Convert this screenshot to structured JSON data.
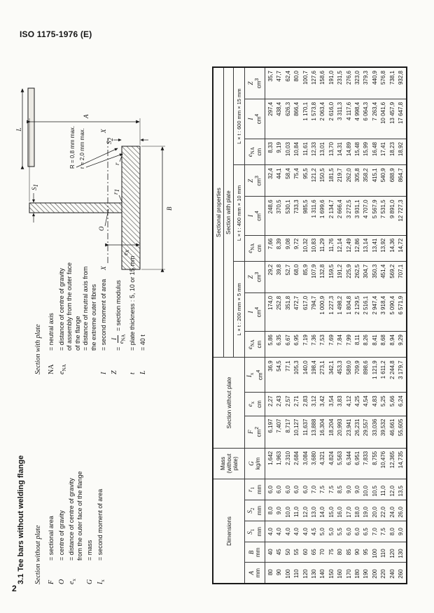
{
  "page": {
    "header": "ISO 1175-1976 (E)",
    "page_number": "2"
  },
  "section": {
    "heading": "3.1  Tee bars without welding flange",
    "without_plate": {
      "title": "Section without plate",
      "defs": [
        {
          "sym": "F",
          "sub": "",
          "lines": "= sectional area"
        },
        {
          "sym": "O",
          "sub": "",
          "lines": "= centre of gravity"
        },
        {
          "sym": "e",
          "sub": "x",
          "lines": "= distance of centre of gravity\nfrom the outer face of the flange"
        },
        {
          "sym": "G",
          "sub": "",
          "lines": "= mass"
        },
        {
          "sym": "I",
          "sub": "x",
          "lines": "= second moment of area"
        }
      ]
    },
    "with_plate": {
      "title": "Section with plate",
      "defs": [
        {
          "sym": "NA",
          "sub": "",
          "it": false,
          "lines": "= neutral axis"
        },
        {
          "sym": "e",
          "sub": "NA",
          "lines": "= distance of centre of gravity\nof assembly from the outer face\nof the flange\n= distance of neutral axis from\nthe extreme outer fibres"
        },
        {
          "sym": "I",
          "sub": "",
          "lines": "= second moment of area"
        },
        {
          "sym": "Z",
          "sub": "",
          "frac": {
            "num": "I",
            "den": "e",
            "densub": "NA"
          },
          "lines": "= section modulus"
        },
        {
          "sym": "t",
          "sub": "",
          "lines": "= plate thickness : 5, 10 or 15 mm"
        },
        {
          "sym": "L",
          "sub": "",
          "lines": "= 40 t"
        }
      ]
    }
  },
  "diagram": {
    "labels": {
      "L": "L",
      "note_R": "R = 0,8 mm max.",
      "note_r": "r = 2,0 mm max.",
      "X_left": "X",
      "X_right": "X",
      "O": "O",
      "A": "A",
      "B": "B",
      "S1": {
        "sym": "S",
        "sub": "1"
      },
      "S2": {
        "sym": "S",
        "sub": "2"
      },
      "ex": {
        "sym": "e",
        "sub": "x"
      },
      "r1": {
        "sym": "r",
        "sub": "1"
      },
      "r": "r",
      "R": "R"
    }
  },
  "table": {
    "groups": {
      "dimensions": "Dimensions",
      "mass": "Mass\n(without\nplate)",
      "section_without": "Section without plate",
      "sectional_properties": "Sectional properties",
      "section_with": "Section with plate",
      "lxt": [
        "L × t : 200 mm × 5 mm",
        "L × t : 400 mm × 10 mm",
        "L × t : 600 mm × 15 mm"
      ]
    },
    "columns": [
      {
        "sym": "A",
        "sub": "",
        "unit": "mm",
        "usup": ""
      },
      {
        "sym": "B",
        "sub": "",
        "unit": "mm",
        "usup": ""
      },
      {
        "sym": "S",
        "sub": "1",
        "unit": "mm",
        "usup": ""
      },
      {
        "sym": "S",
        "sub": "2",
        "unit": "mm",
        "usup": ""
      },
      {
        "sym": "r",
        "sub": "1",
        "unit": "mm",
        "usup": ""
      },
      {
        "sym": "G",
        "sub": "",
        "unit": "kg/m",
        "usup": ""
      },
      {
        "sym": "F",
        "sub": "",
        "unit": "cm",
        "usup": "2"
      },
      {
        "sym": "e",
        "sub": "x",
        "unit": "cm",
        "usup": ""
      },
      {
        "sym": "I",
        "sub": "x",
        "unit": "cm",
        "usup": "4"
      },
      {
        "sym": "e",
        "sub": "NA",
        "unit": "cm",
        "usup": ""
      },
      {
        "sym": "I",
        "sub": "",
        "unit": "cm",
        "usup": "4"
      },
      {
        "sym": "Z",
        "sub": "",
        "unit": "cm",
        "usup": "3"
      },
      {
        "sym": "e",
        "sub": "NA",
        "unit": "cm",
        "usup": ""
      },
      {
        "sym": "I",
        "sub": "",
        "unit": "cm",
        "usup": "4"
      },
      {
        "sym": "Z",
        "sub": "",
        "unit": "cm",
        "usup": "3"
      },
      {
        "sym": "e",
        "sub": "NA",
        "unit": "cm",
        "usup": ""
      },
      {
        "sym": "I",
        "sub": "",
        "unit": "cm",
        "usup": "4"
      },
      {
        "sym": "Z",
        "sub": "",
        "unit": "cm",
        "usup": "3"
      }
    ],
    "rows": [
      [
        "80",
        "40",
        "4,0",
        "8,0",
        "6,0",
        "1,642",
        "6,197",
        "2,27",
        "36,9",
        "5,86",
        "174,0",
        "29,2",
        "7,66",
        "248,6",
        "32,4",
        "8,33",
        "297,4",
        "35,7"
      ],
      [
        "90",
        "45",
        "4,0",
        "9,0",
        "6,0",
        "1,963",
        "7,407",
        "2,43",
        "54,5",
        "6,35",
        "252,8",
        "39,8",
        "8,39",
        "370,5",
        "44,1",
        "9,19",
        "438,4",
        "47,7"
      ],
      [
        "100",
        "50",
        "4,0",
        "10,0",
        "6,0",
        "2,310",
        "8,717",
        "2,57",
        "77,1",
        "6,67",
        "351,8",
        "52,7",
        "9,08",
        "530,1",
        "58,4",
        "10,03",
        "626,3",
        "62,4"
      ],
      [
        "110",
        "55",
        "4,0",
        "11,0",
        "6,0",
        "2,684",
        "10,127",
        "2,71",
        "105,3",
        "6,95",
        "472,7",
        "68,0",
        "9,72",
        "733,3",
        "75,4",
        "10,84",
        "866,4",
        "80,0"
      ],
      [
        "120",
        "60",
        "4,0",
        "12,0",
        "6,0",
        "3,084",
        "11,637",
        "2,83",
        "140,0",
        "7,19",
        "617,0",
        "85,9",
        "10,32",
        "985,5",
        "95,5",
        "11,61",
        "1 170,1",
        "100,7"
      ],
      [
        "130",
        "65",
        "4,5",
        "13,0",
        "7,0",
        "3,680",
        "13,888",
        "3,12",
        "198,4",
        "7,36",
        "794,7",
        "107,9",
        "10,83",
        "1 311,6",
        "121,2",
        "12,33",
        "1 573,8",
        "127,6"
      ],
      [
        "140",
        "70",
        "5,0",
        "14,0",
        "7,5",
        "4,321",
        "16,304",
        "3,42",
        "273,1",
        "7,53",
        "1 000,9",
        "132,8",
        "11,29",
        "1 699,6",
        "150,5",
        "13,01",
        "2 063,4",
        "158,6"
      ],
      [
        "150",
        "75",
        "5,0",
        "15,0",
        "7,5",
        "4,824",
        "18,204",
        "3,54",
        "342,1",
        "7,69",
        "1 227,3",
        "159,5",
        "11,76",
        "2 134,7",
        "181,5",
        "13,70",
        "2 616,0",
        "191,0"
      ],
      [
        "160",
        "80",
        "5,5",
        "16,0",
        "8,5",
        "5,563",
        "20,993",
        "3,83",
        "453,3",
        "7,84",
        "1 498,2",
        "191,2",
        "12,14",
        "2 666,4",
        "219,7",
        "14,31",
        "3 311,3",
        "231,5"
      ],
      [
        "170",
        "85",
        "6,0",
        "17,0",
        "9,0",
        "6,344",
        "23,941",
        "4,12",
        "589,0",
        "7,99",
        "1 804,8",
        "225,9",
        "12,49",
        "3 272,5",
        "262,0",
        "14,89",
        "4 117,6",
        "276,6"
      ],
      [
        "180",
        "90",
        "6,0",
        "18,0",
        "9,0",
        "6,951",
        "26,231",
        "4,25",
        "709,9",
        "8,11",
        "2 129,5",
        "262,5",
        "12,86",
        "3 931,1",
        "305,8",
        "15,48",
        "4 998,4",
        "323,0"
      ],
      [
        "190",
        "95",
        "6,5",
        "19,0",
        "10,0",
        "7,833",
        "29,557",
        "4,54",
        "898,6",
        "8,26",
        "2 516,1",
        "304,7",
        "13,14",
        "4 707,0",
        "358,2",
        "15,99",
        "6 064,3",
        "379,3"
      ],
      [
        "200",
        "100",
        "7,0",
        "20,0",
        "10,5",
        "8,755",
        "33,036",
        "4,83",
        "1 121,9",
        "8,41",
        "2 947,4",
        "350,3",
        "13,41",
        "5 567,9",
        "415,1",
        "16,48",
        "7 263,4",
        "440,9"
      ],
      [
        "220",
        "110",
        "7,5",
        "22,0",
        "11,0",
        "10,476",
        "39,532",
        "5,25",
        "1 611,2",
        "8,68",
        "3 918,4",
        "451,4",
        "13,92",
        "7 531,5",
        "540,9",
        "17,41",
        "10 041,6",
        "576,8"
      ],
      [
        "240",
        "120",
        "8,0",
        "24,0",
        "12,0",
        "12,365",
        "46,661",
        "5,66",
        "2 244,8",
        "8,94",
        "5 090,4",
        "569,2",
        "14,36",
        "9 891,0",
        "688,9",
        "18,23",
        "13 457,9",
        "738,1"
      ],
      [
        "260",
        "130",
        "9,0",
        "26,0",
        "13,5",
        "14,735",
        "55,605",
        "6,24",
        "3 179,7",
        "9,29",
        "6 571,9",
        "707,1",
        "14,72",
        "12 727,3",
        "864,7",
        "18,92",
        "17 647,8",
        "932,8"
      ]
    ]
  }
}
